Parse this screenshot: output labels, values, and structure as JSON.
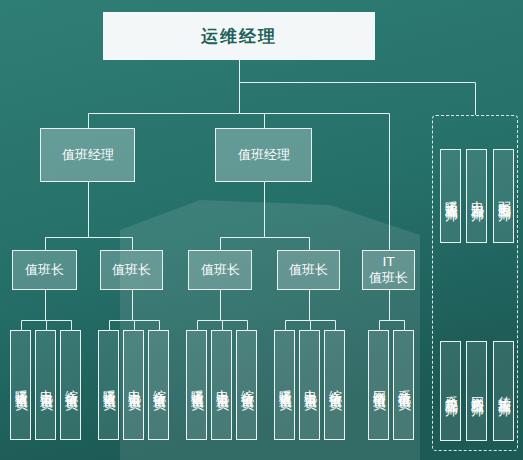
{
  "diagram": {
    "nodes": [
      {
        "text": [
          "运维经理"
        ]
      },
      {
        "text": [
          "值班经理"
        ]
      },
      {
        "text": [
          "值班经理"
        ]
      },
      {
        "text": []
      },
      {
        "text": [
          "暖通工程师"
        ],
        "in": 3
      },
      {
        "text": [
          "电力工程师"
        ],
        "in": 3
      },
      {
        "text": [
          "弱电工程师"
        ],
        "in": 3
      },
      {
        "text": [
          "系统工程师"
        ],
        "in": 3
      },
      {
        "text": [
          "网络工程师"
        ],
        "in": 3
      },
      {
        "text": [
          "传输工程师"
        ],
        "in": 3
      },
      {
        "text": [
          "值班长"
        ]
      },
      {
        "text": [
          "值班长"
        ]
      },
      {
        "text": [
          "值班长"
        ]
      },
      {
        "text": [
          "值班长"
        ]
      },
      {
        "text": [
          "IT 值班长"
        ]
      },
      {
        "text": [
          "暖通值班员"
        ]
      },
      {
        "text": [
          "电力值班员"
        ]
      },
      {
        "text": [
          "综合值班员"
        ]
      },
      {
        "text": [
          "暖通值班员"
        ]
      },
      {
        "text": [
          "电力值班员"
        ]
      },
      {
        "text": [
          "综合值班员"
        ]
      },
      {
        "text": [
          "暖通值班员"
        ]
      },
      {
        "text": [
          "电力值班员"
        ]
      },
      {
        "text": [
          "综合值班员"
        ]
      },
      {
        "text": [
          "暖通值班员"
        ]
      },
      {
        "text": [
          "电力值班员"
        ]
      },
      {
        "text": [
          "综合值班员"
        ]
      },
      {
        "text": [
          "网络值班员"
        ]
      },
      {
        "text": [
          "系统值班员"
        ]
      }
    ],
    "edges": [
      {
        "from": 0,
        "to": 1,
        "arrow": "none"
      },
      {
        "from": 0,
        "to": 2,
        "arrow": "none"
      },
      {
        "from": 0,
        "to": 14,
        "arrow": "none"
      },
      {
        "from": 0,
        "to": 3,
        "arrow": "none"
      },
      {
        "from": 1,
        "to": 10,
        "arrow": "none"
      },
      {
        "from": 1,
        "to": 11,
        "arrow": "none"
      },
      {
        "from": 2,
        "to": 12,
        "arrow": "none"
      },
      {
        "from": 2,
        "to": 13,
        "arrow": "none"
      },
      {
        "from": 10,
        "to": 15,
        "arrow": "none"
      },
      {
        "from": 10,
        "to": 16,
        "arrow": "none"
      },
      {
        "from": 10,
        "to": 17,
        "arrow": "none"
      },
      {
        "from": 11,
        "to": 18,
        "arrow": "none"
      },
      {
        "from": 11,
        "to": 19,
        "arrow": "none"
      },
      {
        "from": 11,
        "to": 20,
        "arrow": "none"
      },
      {
        "from": 12,
        "to": 21,
        "arrow": "none"
      },
      {
        "from": 12,
        "to": 22,
        "arrow": "none"
      },
      {
        "from": 12,
        "to": 23,
        "arrow": "none"
      },
      {
        "from": 13,
        "to": 24,
        "arrow": "none"
      },
      {
        "from": 13,
        "to": 25,
        "arrow": "none"
      },
      {
        "from": 13,
        "to": 26,
        "arrow": "none"
      },
      {
        "from": 14,
        "to": 27,
        "arrow": "none"
      },
      {
        "from": 14,
        "to": 28,
        "arrow": "none"
      }
    ]
  }
}
